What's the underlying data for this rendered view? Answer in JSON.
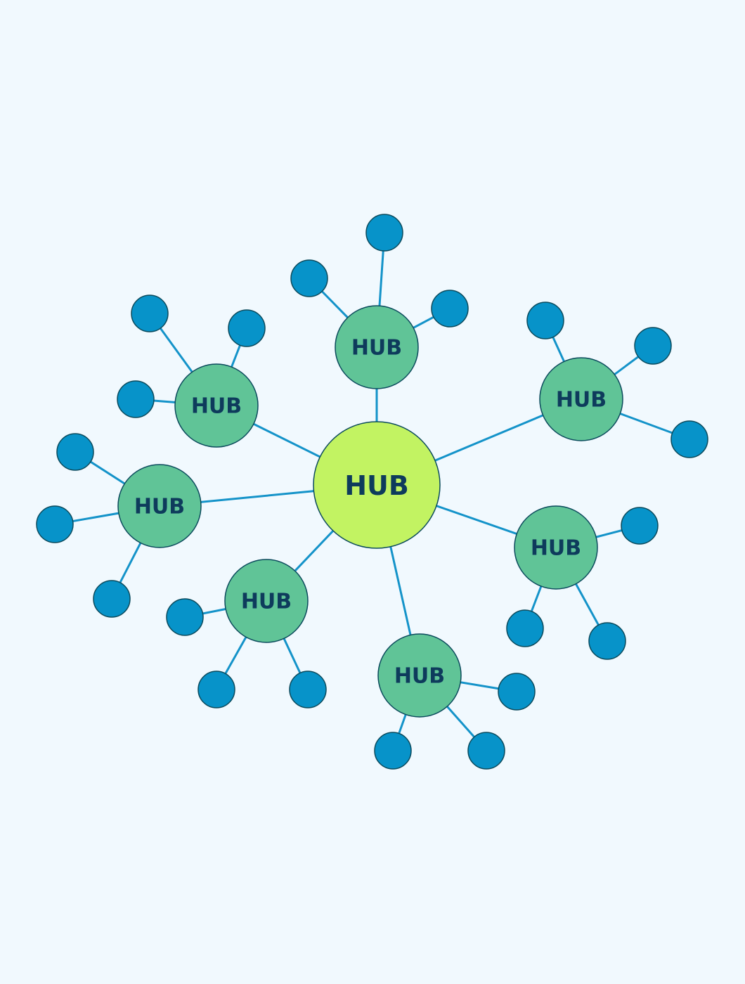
{
  "diagram": {
    "type": "hub-and-spoke",
    "center_hub": {
      "label": "HUB",
      "color": "#c2f362"
    },
    "sub_hubs": [
      {
        "label": "HUB",
        "leaf_count": 3
      },
      {
        "label": "HUB",
        "leaf_count": 3
      },
      {
        "label": "HUB",
        "leaf_count": 3
      },
      {
        "label": "HUB",
        "leaf_count": 3
      },
      {
        "label": "HUB",
        "leaf_count": 3
      },
      {
        "label": "HUB",
        "leaf_count": 3
      },
      {
        "label": "HUB",
        "leaf_count": 3
      }
    ],
    "colors": {
      "background": "#f1f9fe",
      "sub_hub": "#60c497",
      "leaf": "#0793c9",
      "edge": "#1493c9",
      "label_text": "#0e3b5c"
    }
  }
}
